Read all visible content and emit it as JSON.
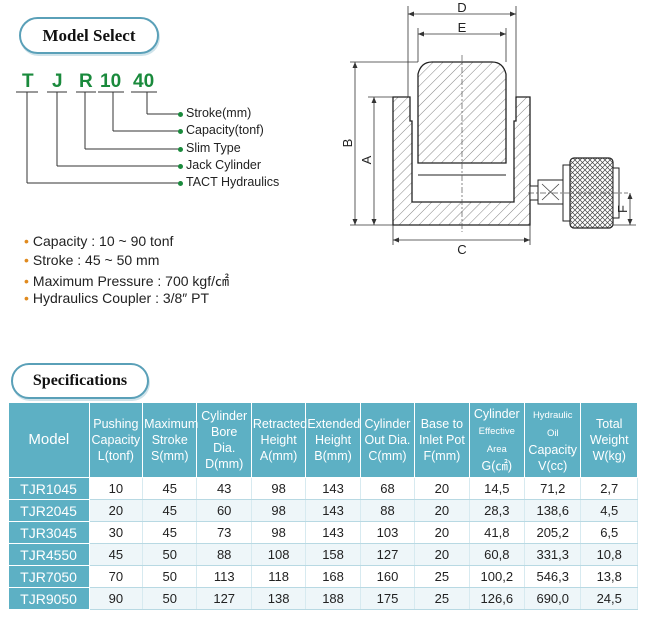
{
  "model_select": {
    "title": "Model Select",
    "code": [
      "T",
      "J",
      "R",
      "10",
      "40"
    ],
    "legend": [
      "Stroke(mm)",
      "Capacity(tonf)",
      "Slim Type",
      "Jack Cylinder",
      "TACT Hydraulics"
    ]
  },
  "features": [
    "Capacity : 10 ~ 90 tonf",
    "Stroke : 45 ~ 50 mm",
    "Maximum Pressure : 700 kgf/㎠",
    "Hydraulics Coupler : 3/8″ PT"
  ],
  "diagram": {
    "labels": {
      "D": "D",
      "E": "E",
      "A": "A",
      "B": "B",
      "C": "C",
      "F": "F"
    }
  },
  "specs": {
    "title": "Specifications",
    "headers": [
      {
        "l1": "Model"
      },
      {
        "l1": "Pushing",
        "l2": "Capacity",
        "l3": "L(tonf)"
      },
      {
        "l1": "Maximum",
        "l2": "Stroke",
        "l3": "S(mm)"
      },
      {
        "l1": "Cylinder",
        "l2": "Bore Dia.",
        "l3": "D(mm)"
      },
      {
        "l1": "Retracted",
        "l2": "Height",
        "l3": "A(mm)"
      },
      {
        "l1": "Extended",
        "l2": "Height",
        "l3": "B(mm)"
      },
      {
        "l1": "Cylinder",
        "l2": "Out Dia.",
        "l3": "C(mm)"
      },
      {
        "l1": "Base to",
        "l2": "Inlet Pot",
        "l3": "F(mm)"
      },
      {
        "l1": "Cylinder",
        "l2": "Effective Area",
        "l3": "G(㎠)"
      },
      {
        "l1": "Hydraulic Oil",
        "l2": "Capacity",
        "l3": "V(cc)"
      },
      {
        "l1": "Total",
        "l2": "Weight",
        "l3": "W(kg)"
      }
    ],
    "rows": [
      [
        "TJR1045",
        "10",
        "45",
        "43",
        "98",
        "143",
        "68",
        "20",
        "14,5",
        "71,2",
        "2,7"
      ],
      [
        "TJR2045",
        "20",
        "45",
        "60",
        "98",
        "143",
        "88",
        "20",
        "28,3",
        "138,6",
        "4,5"
      ],
      [
        "TJR3045",
        "30",
        "45",
        "73",
        "98",
        "143",
        "103",
        "20",
        "41,8",
        "205,2",
        "6,5"
      ],
      [
        "TJR4550",
        "45",
        "50",
        "88",
        "108",
        "158",
        "127",
        "20",
        "60,8",
        "331,3",
        "10,8"
      ],
      [
        "TJR7050",
        "70",
        "50",
        "113",
        "118",
        "168",
        "160",
        "25",
        "100,2",
        "546,3",
        "13,8"
      ],
      [
        "TJR9050",
        "90",
        "50",
        "127",
        "138",
        "188",
        "175",
        "25",
        "126,6",
        "690,0",
        "24,5"
      ]
    ]
  }
}
